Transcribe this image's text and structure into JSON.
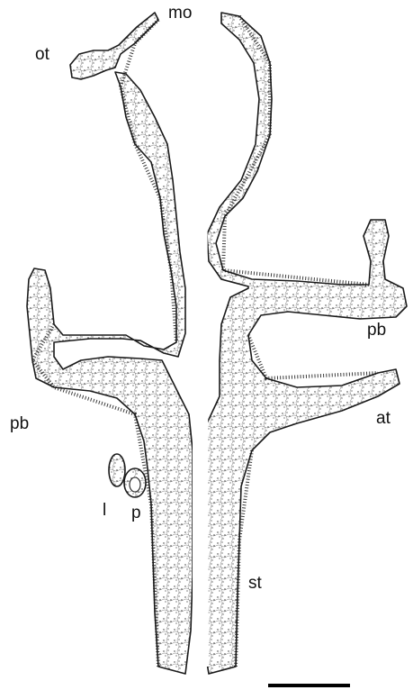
{
  "labels": {
    "mo": "mo",
    "ot": "ot",
    "pb_left": "pb",
    "pb_right": "pb",
    "at": "at",
    "l": "l",
    "p": "p",
    "st": "st"
  },
  "scale_bar": {
    "color": "#000000"
  },
  "colors": {
    "ink": "#1a1a1a",
    "background": "#ffffff"
  }
}
